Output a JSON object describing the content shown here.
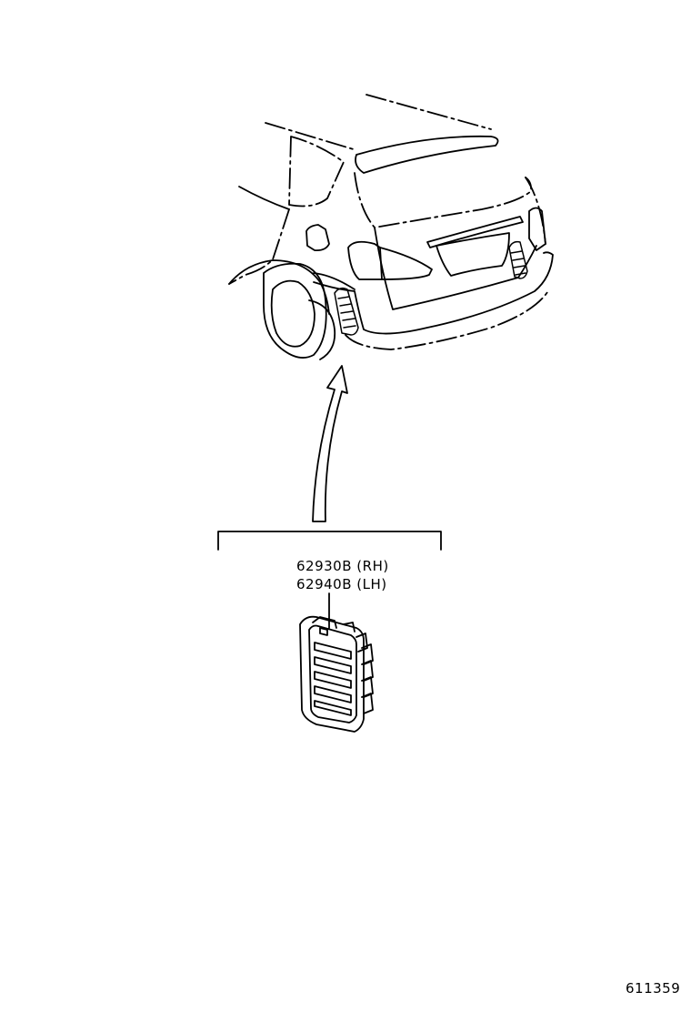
{
  "parts": [
    {
      "number": "62930B",
      "side": "(RH)"
    },
    {
      "number": "62940B",
      "side": "(LH)"
    }
  ],
  "illustration_number": "611359",
  "line_color": "#000000",
  "background_color": "#ffffff"
}
